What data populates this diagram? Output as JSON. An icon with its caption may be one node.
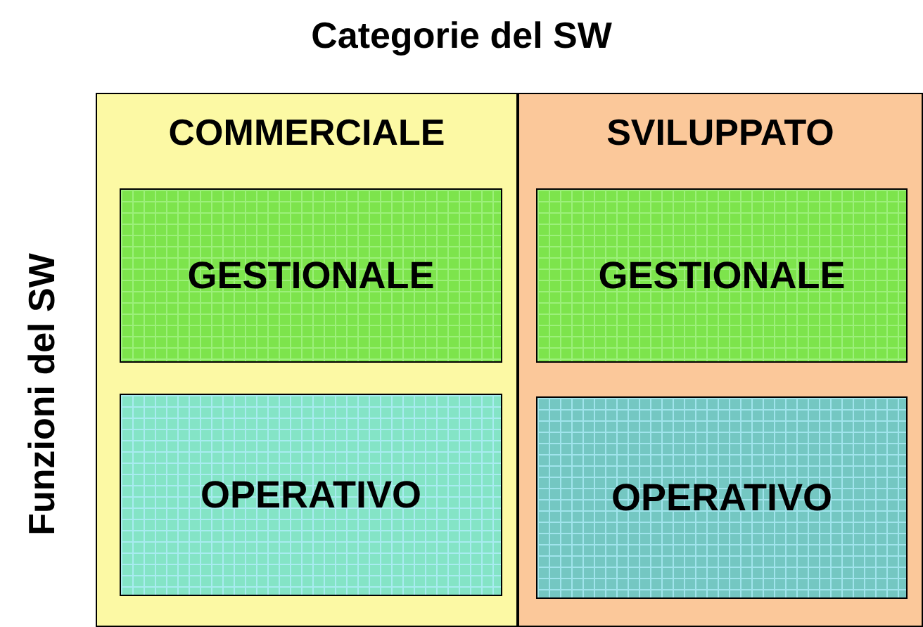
{
  "diagram": {
    "title": "Categorie del SW",
    "nodes": [
      {
        "text": [
          "COMMERCIALE"
        ]
      },
      {
        "text": [
          "GESTIONALE"
        ],
        "in": 0
      },
      {
        "text": [
          "OPERATIVO"
        ],
        "in": 0
      },
      {
        "text": [
          "SVILUPPATO"
        ]
      },
      {
        "text": [
          "GESTIONALE"
        ],
        "in": 3
      },
      {
        "text": [
          "OPERATIVO"
        ],
        "in": 3
      }
    ],
    "labels": [
      "Funzioni del SW"
    ]
  }
}
